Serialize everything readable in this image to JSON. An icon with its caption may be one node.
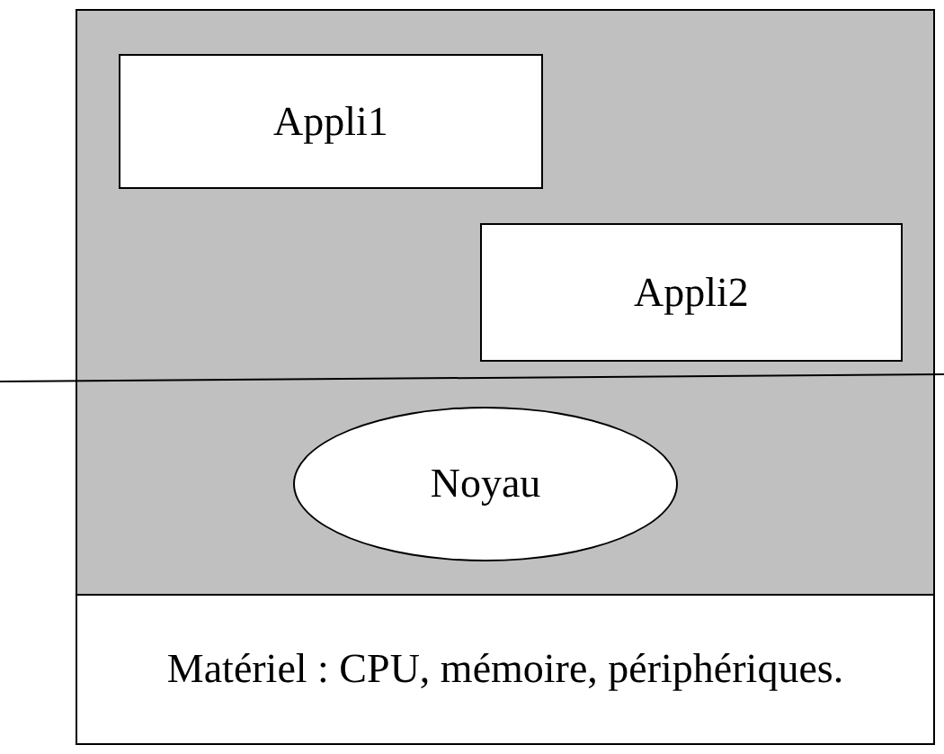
{
  "diagram": {
    "nodes": [
      {
        "text": [],
        "shape": "box"
      },
      {
        "text": [
          "Appli1"
        ],
        "in": 0
      },
      {
        "text": [
          "Appli2"
        ],
        "in": 0
      },
      {
        "text": [
          "Noyau"
        ],
        "in": 0
      },
      {
        "text": [
          "Matériel : CPU, mémoire, périphériques."
        ]
      }
    ]
  }
}
